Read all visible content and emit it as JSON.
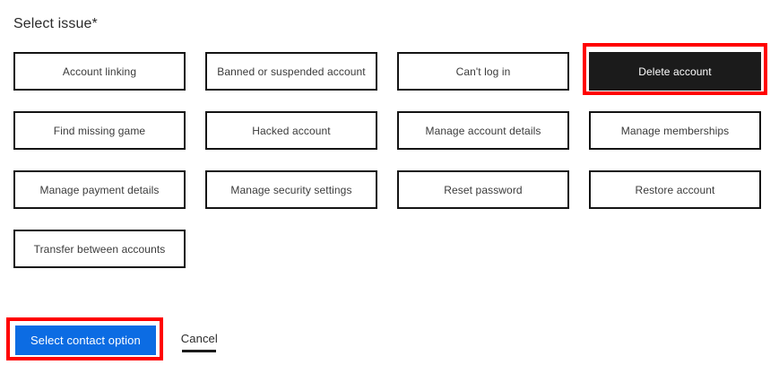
{
  "form": {
    "title": "Select issue*",
    "required_marker": "*"
  },
  "issue_options": [
    {
      "label": "Account linking",
      "selected": false
    },
    {
      "label": "Banned or suspended account",
      "selected": false
    },
    {
      "label": "Can't log in",
      "selected": false
    },
    {
      "label": "Delete account",
      "selected": true
    },
    {
      "label": "Find missing game",
      "selected": false
    },
    {
      "label": "Hacked account",
      "selected": false
    },
    {
      "label": "Manage account details",
      "selected": false
    },
    {
      "label": "Manage memberships",
      "selected": false
    },
    {
      "label": "Manage payment details",
      "selected": false
    },
    {
      "label": "Manage security settings",
      "selected": false
    },
    {
      "label": "Reset password",
      "selected": false
    },
    {
      "label": "Restore account",
      "selected": false
    },
    {
      "label": "Transfer between accounts",
      "selected": false
    }
  ],
  "footer": {
    "primary_label": "Select contact option",
    "cancel_label": "Cancel"
  },
  "annotations": [
    {
      "target": "Delete account",
      "color": "#ff0000"
    },
    {
      "target": "Select contact option",
      "color": "#ff0000"
    }
  ],
  "colors": {
    "primary_blue": "#0c6ce3",
    "selected_fill": "#1b1b1b",
    "button_border": "#141414",
    "text": "#3a3a3a",
    "annotation_red": "#ff0000",
    "background": "#ffffff"
  }
}
